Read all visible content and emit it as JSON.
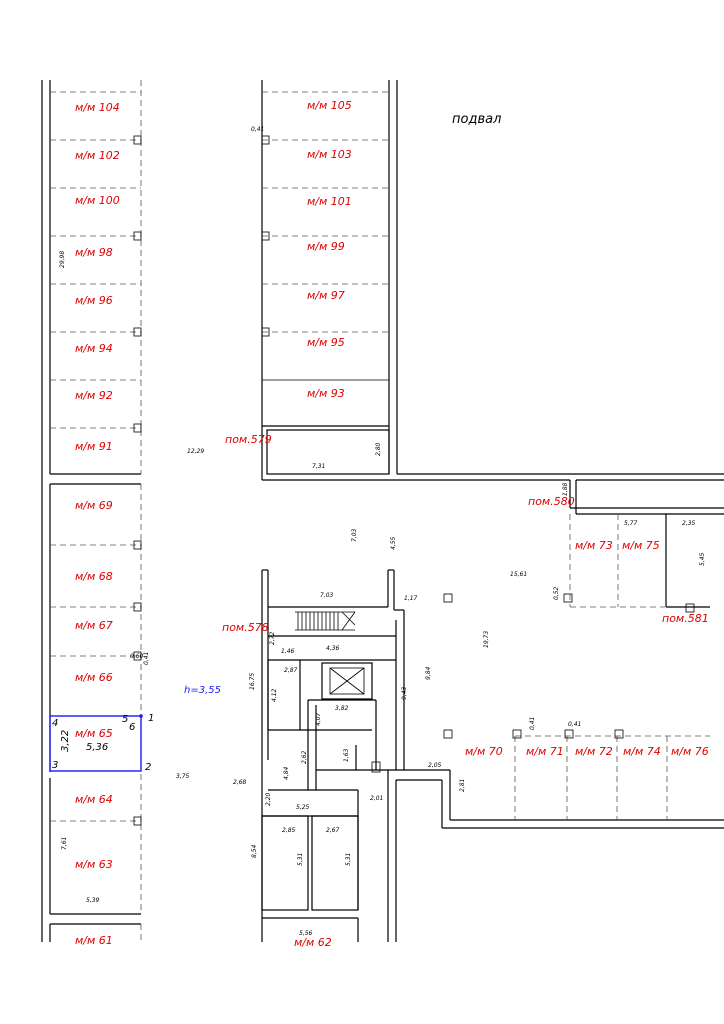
{
  "plan": {
    "floor_label": "подвал",
    "height_label": "h=3,55",
    "accent_color": "#e00000",
    "selection_color": "#1a1aff"
  },
  "spaces": {
    "left_column": [
      "м/м 104",
      "м/м 102",
      "м/м 100",
      "м/м 98",
      "м/м 96",
      "м/м 94",
      "м/м 92",
      "м/м 91"
    ],
    "left_lower": [
      "м/м 69",
      "м/м 68",
      "м/м 67",
      "м/м 66"
    ],
    "left_bottom": [
      "м/м 64",
      "м/м 63",
      "м/м 61"
    ],
    "middle_column": [
      "м/м 105",
      "м/м 103",
      "м/м 101",
      "м/м 99",
      "м/м 97",
      "м/м 95",
      "м/м 93"
    ],
    "right_upper": [
      "м/м 73",
      "м/м 75"
    ],
    "right_lower": [
      "м/м 70",
      "м/м 71",
      "м/м 72",
      "м/м 74",
      "м/м 76"
    ],
    "bottom_mid": "м/м 62"
  },
  "rooms": {
    "pom579": "пом.579",
    "pom580": "пом.580",
    "pom578": "пом.578",
    "pom581": "пом.581"
  },
  "selected_space": {
    "label": "м/м 65",
    "area": "5,36",
    "width": "3,22",
    "vertices": [
      "1",
      "2",
      "3",
      "4",
      "5",
      "6"
    ]
  },
  "dimensions": [
    "0,41",
    "29,98",
    "12,29",
    "2,80",
    "7,31",
    "7,03",
    "4,55",
    "1,88",
    "5,77",
    "2,35",
    "5,45",
    "15,61",
    "0,52",
    "19,73",
    "7,03",
    "1,17",
    "2,72",
    "1,46",
    "4,36",
    "16,75",
    "2,87",
    "4,12",
    "9,84",
    "9,43",
    "3,82",
    "4,07",
    "0,60",
    "0,41",
    "2,62",
    "1,63",
    "4,84",
    "0,41",
    "0,41",
    "2,05",
    "2,81",
    "2,68",
    "2,20",
    "2,01",
    "5,25",
    "2,85",
    "2,67",
    "7,61",
    "8,54",
    "5,31",
    "5,31",
    "5,39",
    "5,56",
    "3,75"
  ]
}
